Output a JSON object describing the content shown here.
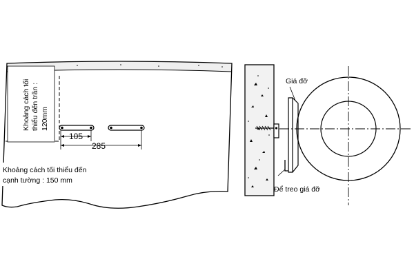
{
  "labels": {
    "ceiling_line1": "Khoảng cách tối",
    "ceiling_line2": "thiểu đến trần :",
    "ceiling_line3": "120mm",
    "wall_line1": "Khoảng cách tối thiểu đến",
    "wall_line2": "cạnh tường : 150 mm",
    "dim_105": "105",
    "dim_285": "285",
    "bracket_label": "Giá đỡ",
    "hanger_label": "Để treo giá đỡ"
  },
  "colors": {
    "line": "#000000",
    "paper": "#ffffff",
    "concrete": "#efefef"
  }
}
